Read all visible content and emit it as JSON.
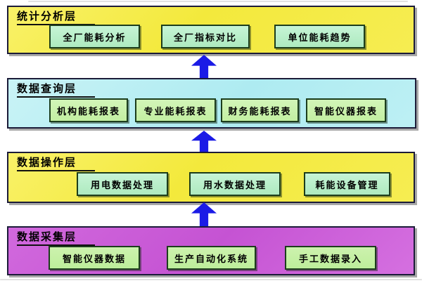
{
  "diagram": {
    "type": "layered-architecture",
    "arrow_color": "#1b1be6",
    "band_border_color": "#1b1b38",
    "box_border_color": "#1c3d1c",
    "layers": [
      {
        "name": "统计分析层",
        "band_color": "linear-gradient(135deg,#f9f168 0%,#f3e93c 45%,#f6ed52 100%)",
        "box_color": "linear-gradient(180deg,#c6f4d6,#aeeabf)",
        "boxes": [
          "全厂能耗分析",
          "全厂指标对比",
          "单位能耗趋势"
        ]
      },
      {
        "name": "数据查询层",
        "band_color": "linear-gradient(135deg,#c9f3f6 0%,#aeebf1 55%,#bdf0f4 100%)",
        "box_color": "linear-gradient(180deg,#d2f5b8,#c3efa2)",
        "boxes": [
          "机构能耗报表",
          "专业能耗报表",
          "财务能耗报表",
          "智能仪器报表"
        ]
      },
      {
        "name": "数据操作层",
        "band_color": "linear-gradient(135deg,#f9f168 0%,#f3e93c 45%,#f6ed52 100%)",
        "box_color": "linear-gradient(180deg,#c6f4d6,#aeeabf)",
        "boxes": [
          "用电数据处理",
          "用水数据处理",
          "耗能设备管理"
        ]
      },
      {
        "name": "数据采集层",
        "band_color": "linear-gradient(135deg,#d169dd 0%,#c553d3 50%,#d570e0 100%)",
        "box_color": "linear-gradient(180deg,#cdf2ae,#bdee9b)",
        "boxes": [
          "智能仪器数据",
          "生产自动化系统",
          "手工数据录入"
        ]
      }
    ]
  }
}
